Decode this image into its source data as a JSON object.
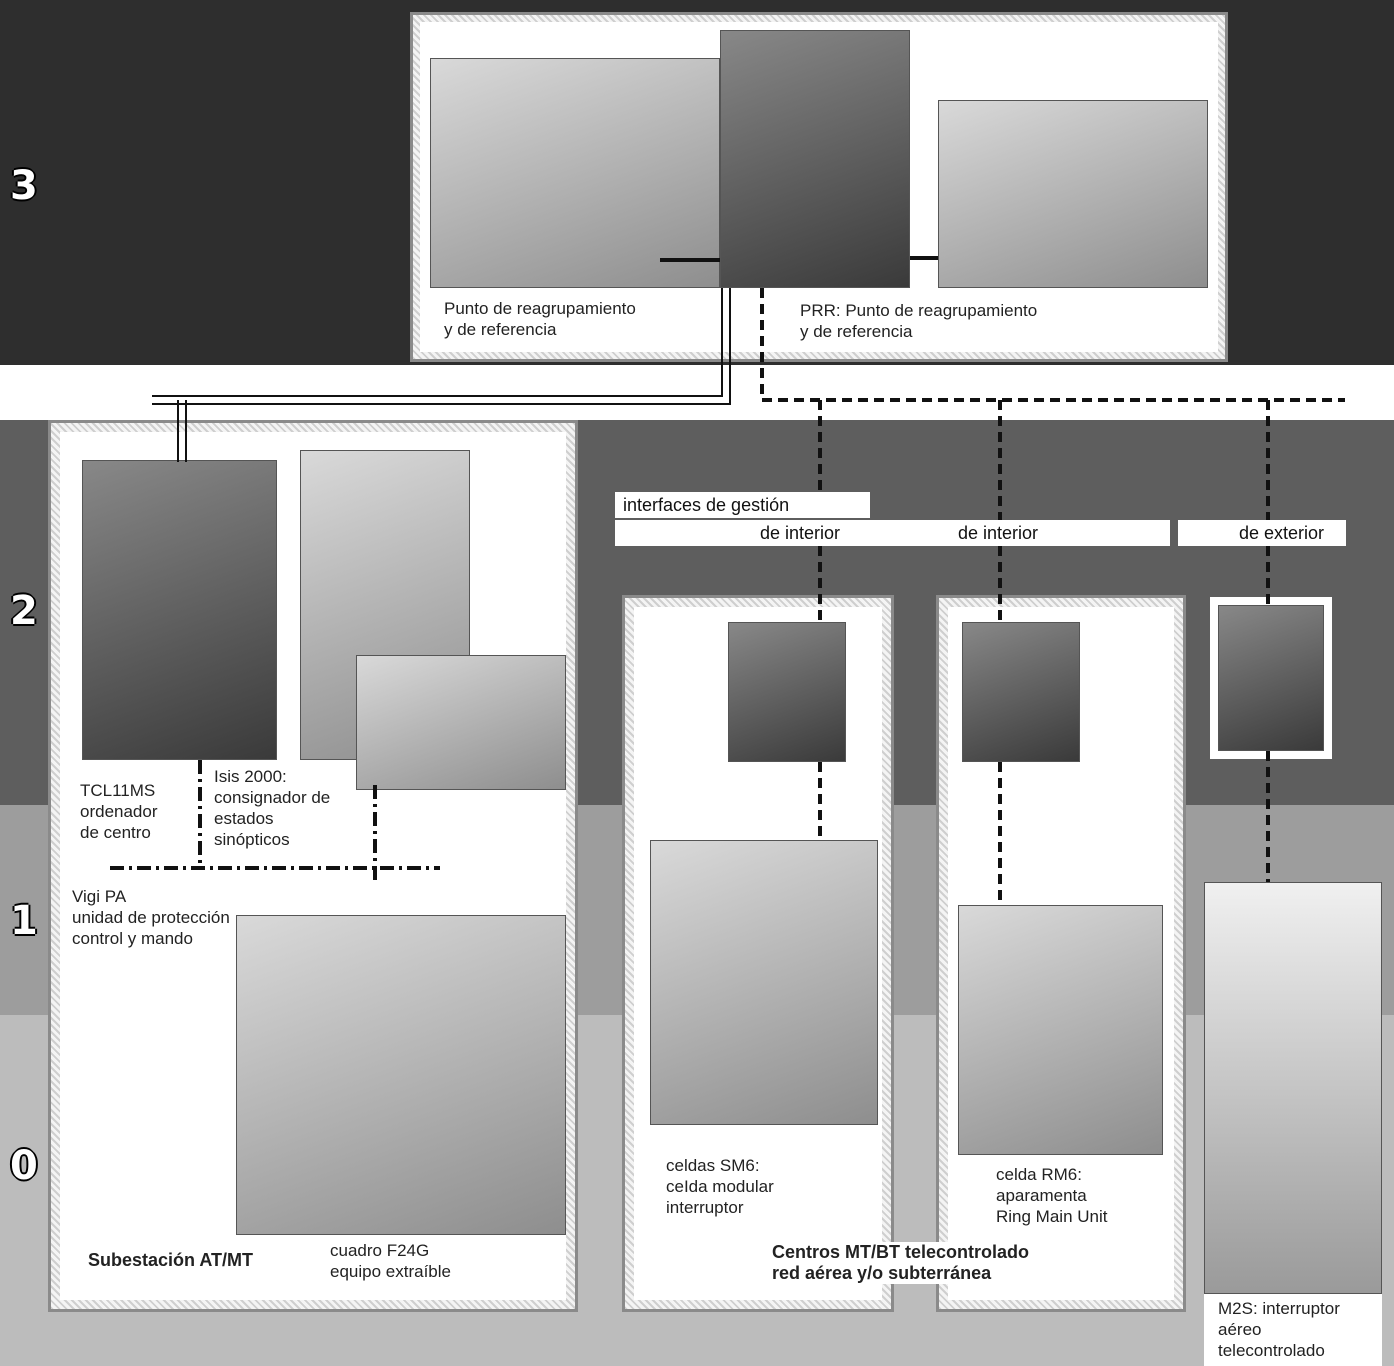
{
  "levels": [
    "3",
    "2",
    "1",
    "0"
  ],
  "level3": {
    "photo_left_icon": "operator-workstation-photo",
    "photo_center_icon": "server-cabinets-photo",
    "photo_right_icon": "control-room-photo",
    "caption_left": "Punto de reagrupamiento\ny de referencia",
    "caption_right": "PRR: Punto de reagrupamiento\ny de referencia"
  },
  "interfaces": {
    "header": "interfaces de gestión",
    "interior_1": "de interior",
    "interior_2": "de interior",
    "exterior": "de exterior"
  },
  "substation": {
    "tcl_label": "TCL11MS\nordenador\nde centro",
    "isis_label": "Isis 2000:\nconsignador de\nestados\nsinópticos",
    "vigi_label": "Vigi PA\nunidad de protección\ncontrol y mando",
    "title": "Subestación AT/MT",
    "cuadro_label": "cuadro F24G\nequipo extraíble"
  },
  "sm6": {
    "label": "celdas SM6:\nceIda modular\ninterruptor"
  },
  "rm6": {
    "label": "celda RM6:\naparamenta\nRing Main Unit"
  },
  "centros": {
    "label": "Centros MT/BT  telecontrolado\nred aérea y/o subterránea"
  },
  "m2s": {
    "label": "M2S: interruptor\naéreo\ntelecontrolado"
  }
}
